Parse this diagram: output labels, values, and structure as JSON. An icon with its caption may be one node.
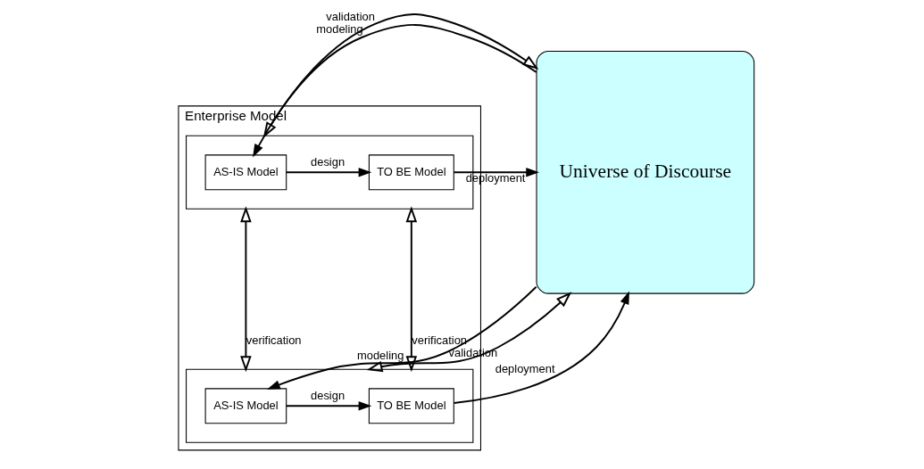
{
  "diagram": {
    "nodes": [
      {
        "text": [
          "Enterprise Model"
        ]
      },
      {
        "text": [],
        "shape": "parallelogram",
        "in": 0
      },
      {
        "text": [
          "AS-IS Model"
        ],
        "in": 1
      },
      {
        "text": [
          "TO BE Model"
        ],
        "in": 1
      },
      {
        "text": [],
        "shape": "parallelogram",
        "in": 0
      },
      {
        "text": [
          "AS-IS Model"
        ],
        "in": 4
      },
      {
        "text": [
          "TO BE Model"
        ],
        "in": 4
      },
      {
        "text": [
          "Universe of Discourse"
        ]
      }
    ],
    "edges": [
      {
        "from": 7,
        "to": 2,
        "arrow": "to",
        "label": "modeling"
      },
      {
        "from": 2,
        "to": 3,
        "arrow": "to",
        "label": "design"
      },
      {
        "from": 1,
        "to": 7,
        "arrow": "both",
        "label": "validation"
      },
      {
        "from": 3,
        "to": 7,
        "arrow": "to",
        "label": "deployment"
      },
      {
        "from": 1,
        "to": 4,
        "arrow": "both",
        "label": "verification"
      },
      {
        "from": 1,
        "to": 4,
        "arrow": "both",
        "label": "verification"
      },
      {
        "from": 7,
        "to": 5,
        "arrow": "to",
        "label": "modeling"
      },
      {
        "from": 5,
        "to": 6,
        "arrow": "to",
        "label": "design"
      },
      {
        "from": 4,
        "to": 7,
        "arrow": "both",
        "label": "validation"
      },
      {
        "from": 6,
        "to": 7,
        "arrow": "to",
        "label": "deployment"
      }
    ]
  }
}
